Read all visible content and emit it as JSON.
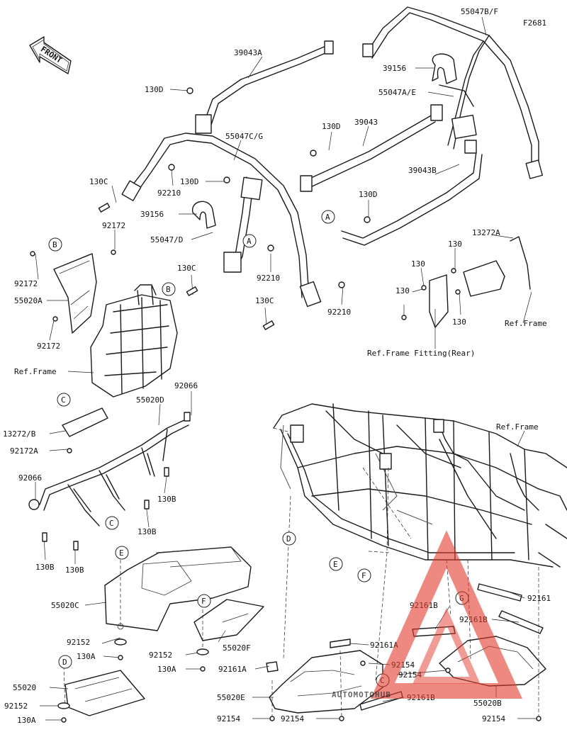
{
  "header": {
    "figure_code": "F2681",
    "front_label": "FRONT"
  },
  "colors": {
    "line": "#1a1a1a",
    "background": "#ffffff",
    "watermark_red": "#e23a2e",
    "watermark_orange": "#f0a21a",
    "watermark_gray": "#9a9a9a"
  },
  "labels": {
    "p55047BF": "55047B/F",
    "p39043A": "39043A",
    "p39156_top": "39156",
    "p55047AE": "55047A/E",
    "p130D_a": "130D",
    "p130D_b": "130D",
    "p39043": "39043",
    "p55047CG": "55047C/G",
    "p130C_a": "130C",
    "p130D_c": "130D",
    "p92210_a": "92210",
    "p39043B": "39043B",
    "p130D_d": "130D",
    "p39156_mid": "39156",
    "p55047D": "55047/D",
    "p92172_top": "92172",
    "p13272A": "13272A",
    "p130_a": "130",
    "p130_b": "130",
    "p130_c": "130",
    "p130_d": "130",
    "p130C_b": "130C",
    "p92210_b": "92210",
    "p92172_left": "92172",
    "p55020A": "55020A",
    "p130C_c": "130C",
    "p92210_c": "92210",
    "ref_frame_right": "Ref.Frame",
    "ref_frame_fitting_rear": "Ref.Frame Fitting(Rear)",
    "p92172_lower": "92172",
    "ref_frame_left": "Ref.Frame",
    "p92066_top": "92066",
    "p55020D": "55020D",
    "p13272B": "13272/B",
    "p92172A": "92172A",
    "ref_frame_main": "Ref.Frame",
    "p92066_left": "92066",
    "p130B_a": "130B",
    "p130B_b": "130B",
    "p130B_c": "130B",
    "p130B_d": "130B",
    "p55020C": "55020C",
    "p92161B_a": "92161B",
    "p92161": "92161",
    "p92161B_b": "92161B",
    "p92152_a": "92152",
    "p130A_a": "130A",
    "p92152_b": "92152",
    "p55020F": "55020F",
    "p92161A_a": "92161A",
    "p130A_b": "130A",
    "p92154_a": "92154",
    "p92161A_b": "92161A",
    "p92154_b": "92154",
    "p55020": "55020",
    "p92161B_c": "92161B",
    "p55020E": "55020E",
    "p55020B": "55020B",
    "p92152_c": "92152",
    "p130A_c": "130A",
    "p92154_c": "92154",
    "p92154_d": "92154",
    "p92154_e": "92154"
  },
  "callouts": {
    "A1": "A",
    "A2": "A",
    "B1": "B",
    "B2": "B",
    "C1": "C",
    "C2": "C",
    "C3": "C",
    "D1": "D",
    "D2": "D",
    "E1": "E",
    "E2": "E",
    "F1": "F",
    "F2": "F",
    "G1": "G"
  },
  "watermark": {
    "text": "AUTOMOTOHUB"
  }
}
